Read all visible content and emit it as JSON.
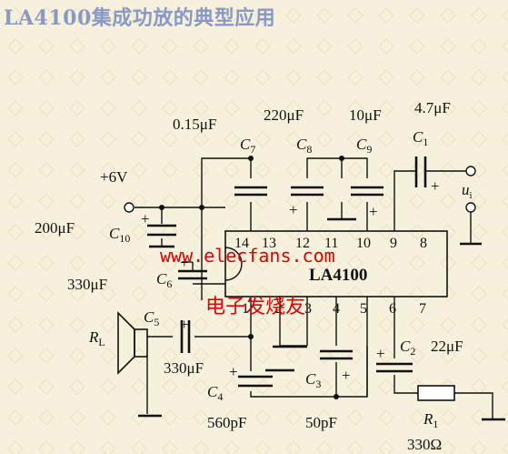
{
  "title": "LA4100集成功放的典型应用",
  "watermark": {
    "url": "www.elecfans.com",
    "brand": "电子发烧友",
    "color": "#e00000"
  },
  "chip": {
    "label": "LA4100",
    "top_pins": [
      "14",
      "13",
      "12",
      "11",
      "10",
      "9",
      "8"
    ],
    "bottom_pins": [
      "1",
      "2",
      "3",
      "4",
      "5",
      "6",
      "7"
    ]
  },
  "supply": {
    "label": "+6V"
  },
  "components": {
    "C7": {
      "name": "C",
      "sub": "7",
      "value": "0.15μF"
    },
    "C8": {
      "name": "C",
      "sub": "8",
      "value": "220μF"
    },
    "C9": {
      "name": "C",
      "sub": "9",
      "value": "10μF"
    },
    "C1": {
      "name": "C",
      "sub": "1",
      "value": "4.7μF"
    },
    "C10": {
      "name": "C",
      "sub": "10",
      "value": "200μF"
    },
    "C6": {
      "name": "C",
      "sub": "6",
      "value": "330μF"
    },
    "C5": {
      "name": "C",
      "sub": "5",
      "value": "330μF"
    },
    "C4": {
      "name": "C",
      "sub": "4",
      "value": "560pF"
    },
    "C3": {
      "name": "C",
      "sub": "3",
      "value": "50pF"
    },
    "C2": {
      "name": "C",
      "sub": "2",
      "value": "22μF"
    },
    "R1": {
      "name": "R",
      "sub": "1",
      "value": "330Ω"
    },
    "RL": {
      "name": "R",
      "sub": "L"
    }
  },
  "input": {
    "name": "u",
    "sub": "i"
  },
  "plus": "+",
  "colors": {
    "background": "#f6f1dc",
    "title": "#8a98c6",
    "ink": "#111111"
  }
}
